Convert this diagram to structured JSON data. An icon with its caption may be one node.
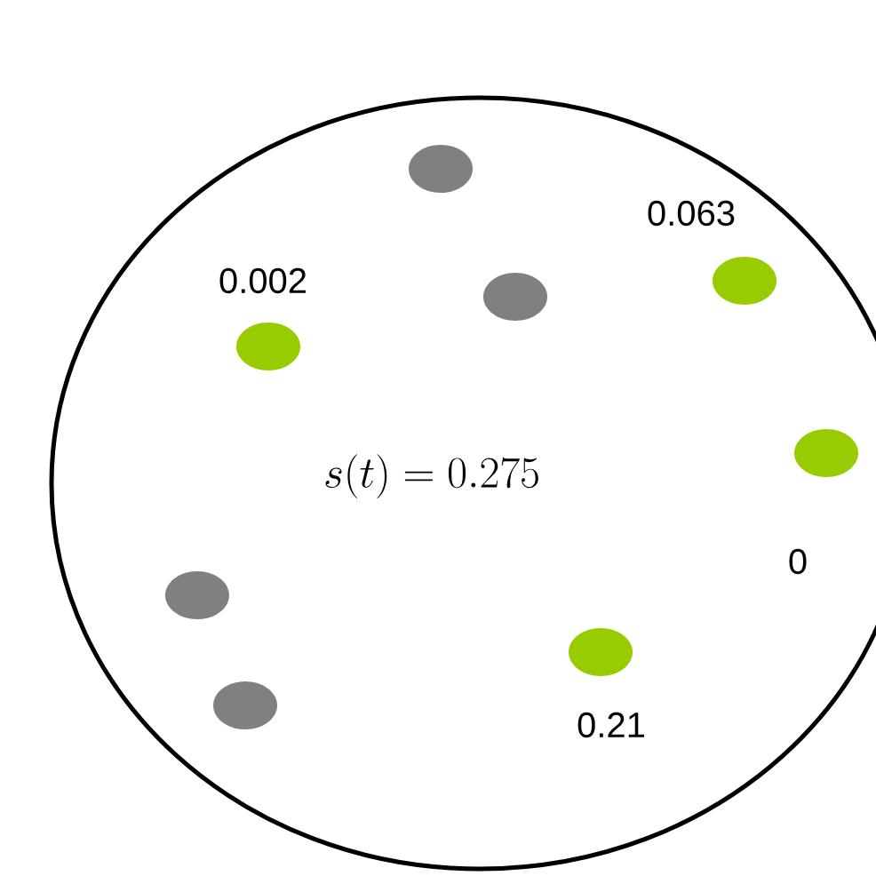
{
  "diagram": {
    "nodes": [
      {
        "text": [
          "s(t) = 0.275"
        ]
      },
      {
        "text": [],
        "shape": "circle",
        "in": 0
      },
      {
        "text": [],
        "shape": "circle",
        "in": 0,
        "beside": [
          "0.063"
        ]
      },
      {
        "text": [],
        "shape": "circle",
        "in": 0
      },
      {
        "text": [],
        "shape": "circle",
        "in": 0,
        "beside": [
          "0.002"
        ]
      },
      {
        "text": [],
        "shape": "circle",
        "in": 0,
        "beside": [
          "0"
        ]
      },
      {
        "text": [],
        "shape": "circle",
        "in": 0
      },
      {
        "text": [],
        "shape": "circle",
        "in": 0,
        "beside": [
          "0.21"
        ]
      },
      {
        "text": [],
        "shape": "circle",
        "in": 0
      }
    ]
  }
}
